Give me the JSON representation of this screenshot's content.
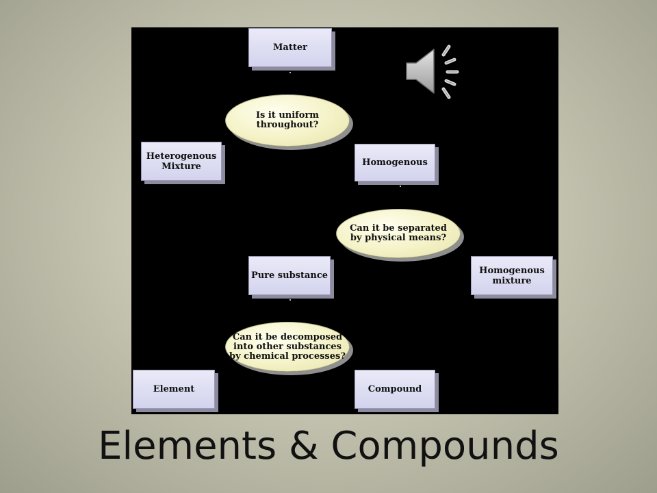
{
  "slide": {
    "title": "Elements & Compounds",
    "speaker_icon": "speaker-volume-icon"
  },
  "diagram": {
    "nodes": {
      "matter": "Matter",
      "heterogenous_mixture": "Heterogenous\nMixture",
      "homogenous": "Homogenous",
      "pure_substance": "Pure substance",
      "homogenous_mixture": "Homogenous\nmixture",
      "element": "Element",
      "compound": "Compound"
    },
    "questions": {
      "uniform": "Is it uniform\nthroughout?",
      "separated": "Can it be separated\nby physical means?",
      "decomposed": "Can it be decomposed\ninto other substances\nby chemical processes?"
    }
  },
  "colors": {
    "diagram_background": "#000000",
    "box_fill": "#dcdcf2",
    "bubble_fill": "#f4f2c6"
  }
}
